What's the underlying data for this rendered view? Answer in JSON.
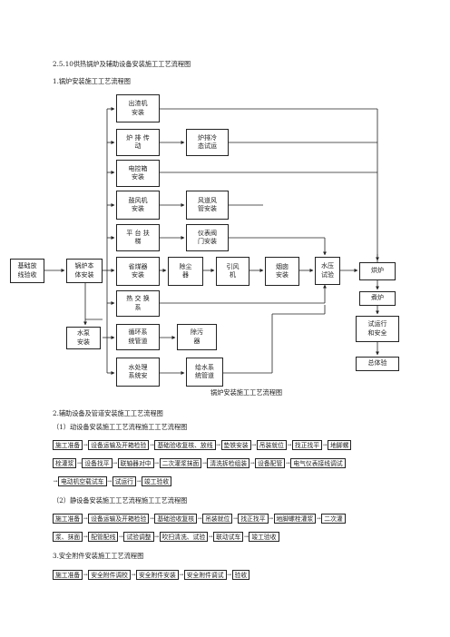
{
  "section_title": "2.5.10供热锅炉及辅助设备安装施工工艺流程图",
  "sub1_title": "1.锅炉安装施工工艺流程图",
  "chart1": {
    "caption": "锅炉安装施工工艺流程图",
    "boxes": {
      "foundation": "基础放\n线验收",
      "boiler_body": "锅炉本\n体安装",
      "slag": "出渣机\n安装",
      "grate": "炉 排 传\n动",
      "grate_test": "炉排冷\n态试运",
      "elec": "电控箱\n安装",
      "fan": "鼓风机\n安装",
      "duct": "风道风\n管安装",
      "platform": "平 台 扶\n梯",
      "instr": "仪表阀\n门安装",
      "economizer": "省煤器\n安装",
      "dust": "除尘\n器",
      "induced": "引风\n机",
      "chimney": "烟囱\n安装",
      "pressure": "水压\n试验",
      "oven": "烘炉",
      "boil": "煮炉",
      "heat_ex": "热 交 换\n系",
      "pump": "水泵\n安装",
      "circ": "循环系\n统管道",
      "desludge": "除污\n器",
      "trial": "试运行\n和安全",
      "water_treat": "水处理\n系统安",
      "feed": "给水系\n统管道",
      "final": "总体验"
    }
  },
  "sub2_title": "2.辅助设备及管道安装施工工艺流程图",
  "sub2_1_title": "（1）动设备安装施工工艺流程施工工艺流程图",
  "dyn_rows": [
    [
      "施工准备",
      "设备运输及开箱检验",
      "基础验收复核、放线",
      "垫铁安装",
      "吊装就位",
      "找正找平",
      "地脚螺"
    ],
    [
      "栓灌浆",
      "设备找平",
      "联轴器对中",
      "二次灌浆抹面",
      "清洗拆检组装",
      "设备配管",
      "电气仪表接线调试"
    ],
    [
      "电动机空载试车",
      "试运行",
      "竣工验收"
    ]
  ],
  "sub2_2_title": "（2）静设备安装施工工艺流程施工工艺流程图",
  "static_rows": [
    [
      "施工准备",
      "设备运输及开箱检验",
      "基础验收复核",
      "吊装就位",
      "找正找平",
      "地脚螺栓灌浆",
      "二次灌"
    ],
    [
      "浆、抹面",
      "配管配线",
      "试验调整",
      "吹扫清洗、试验",
      "联动试车",
      "竣工验收"
    ]
  ],
  "sub3_title": "3.安全附件安装施工工艺流程图",
  "safety_row": [
    "施工准备",
    "安全附件调校",
    "安全附件安装",
    "安全附件调试",
    "验收"
  ],
  "arrow_glyph": "→"
}
